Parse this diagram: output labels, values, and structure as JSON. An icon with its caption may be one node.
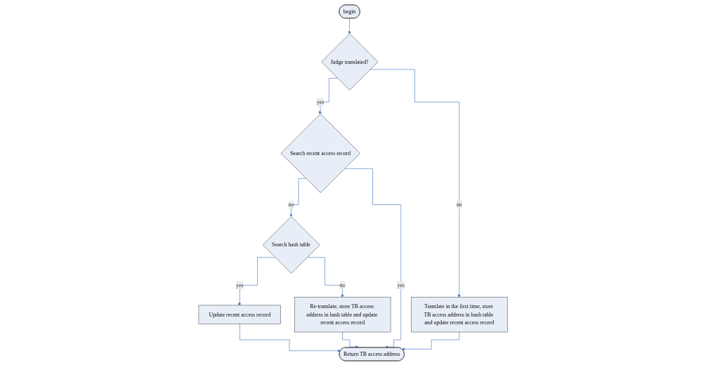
{
  "diagram": {
    "nodes": [
      {
        "text": [
          "begin"
        ]
      },
      {
        "text": [
          "Judge translated?"
        ]
      },
      {
        "text": [
          "Search recent access record"
        ]
      },
      {
        "text": [
          "Search hash table"
        ]
      },
      {
        "text": [
          "Translate in the first time, store TB access address in hash table and update recent access record"
        ]
      },
      {
        "text": [
          "Update recent access record"
        ]
      },
      {
        "text": [
          "Re-translate, store TB access address in hash table and update recent access record"
        ]
      },
      {
        "text": [
          "Return TB access address"
        ]
      }
    ],
    "edges": [
      {
        "from": 0,
        "to": 1,
        "arrow": "to"
      },
      {
        "from": 1,
        "to": 2,
        "arrow": "to",
        "label": "yes"
      },
      {
        "from": 1,
        "to": 4,
        "arrow": "to",
        "label": "no"
      },
      {
        "from": 2,
        "to": 3,
        "arrow": "to",
        "label": "no"
      },
      {
        "from": 2,
        "to": 7,
        "arrow": "to",
        "label": "yes"
      },
      {
        "from": 3,
        "to": 5,
        "arrow": "to",
        "label": "yes"
      },
      {
        "from": 3,
        "to": 6,
        "arrow": "to",
        "label": "no"
      },
      {
        "from": 4,
        "to": 7,
        "arrow": "to"
      },
      {
        "from": 5,
        "to": 7,
        "arrow": "to"
      },
      {
        "from": 6,
        "to": 7,
        "arrow": "to"
      }
    ]
  }
}
